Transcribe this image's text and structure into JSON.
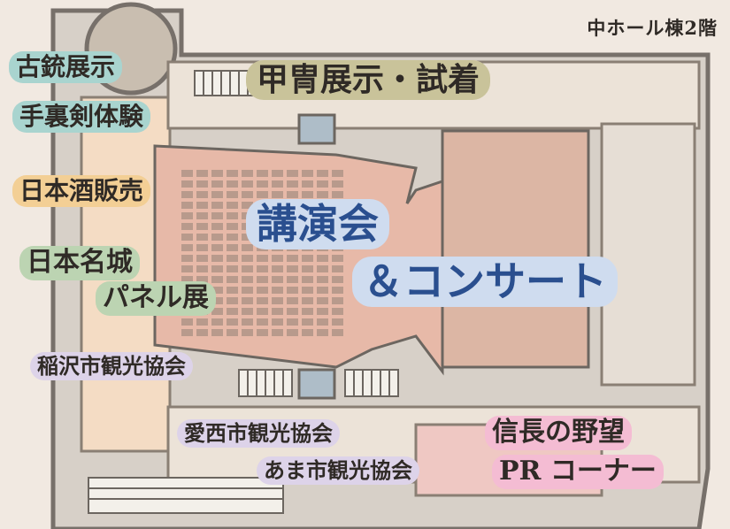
{
  "floor_label": "中ホール棟2階",
  "labels": {
    "kachu": "甲冑展示・試着",
    "kojuu": "古銃展示",
    "shuriken": "手裏剣体験",
    "sake": "日本酒販売",
    "meijo": "日本名城",
    "panel": "パネル展",
    "lecture": "講演会",
    "concert": "＆コンサート",
    "inazawa": "稲沢市観光協会",
    "aisai": "愛西市観光協会",
    "ama": "あま市観光協会",
    "nobunaga": "信長の野望",
    "pr": "PR コーナー"
  },
  "colors": {
    "paper": "#f1e9e1",
    "teal": "#a9d4cf",
    "khaki": "#c9c39a",
    "orange": "#f3cf95",
    "green": "#bcd4b2",
    "blue_bg": "#cfdcef",
    "blue_text": "#2a4f8f",
    "lavender": "#ddd3e9",
    "pink": "#f4bcd3"
  }
}
